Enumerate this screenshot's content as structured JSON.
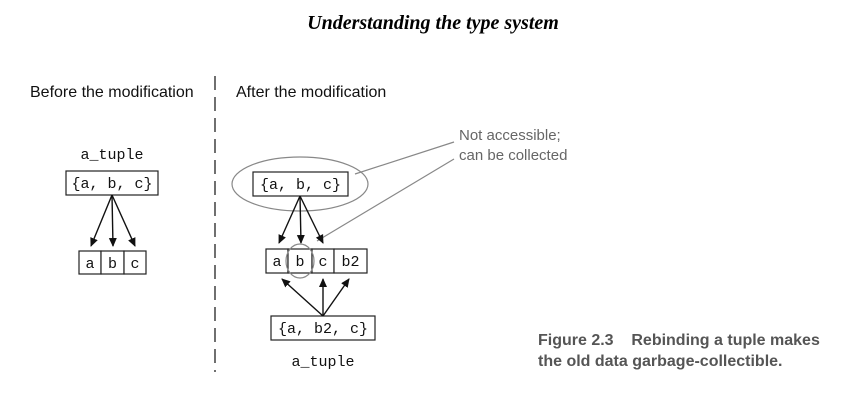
{
  "header": {
    "title": "Understanding the type system"
  },
  "before": {
    "label": "Before the modification",
    "variable": "a_tuple",
    "tuple": "{a, b, c}",
    "cells": [
      "a",
      "b",
      "c"
    ]
  },
  "after": {
    "label": "After the modification",
    "old_tuple": "{a, b, c}",
    "cells": [
      "a",
      "b",
      "c",
      "b2"
    ],
    "new_tuple": "{a, b2, c}",
    "variable": "a_tuple"
  },
  "callout": {
    "line1": "Not accessible;",
    "line2": "can be collected"
  },
  "caption": {
    "line1": "Figure 2.3    Rebinding a tuple makes",
    "line2": "the old data garbage-collectible."
  },
  "colors": {
    "callout": "#888888",
    "caption": "#555555"
  }
}
